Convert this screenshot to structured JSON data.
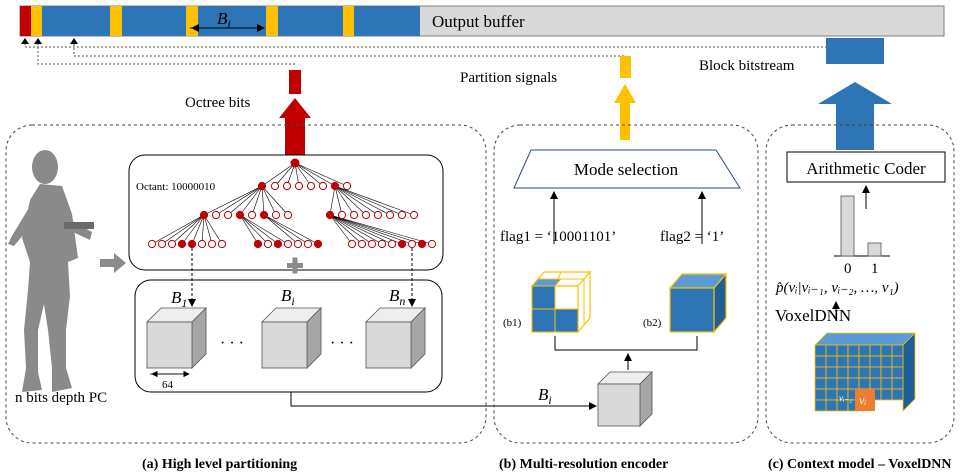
{
  "output_buffer": {
    "label": "Output buffer",
    "block_label": "B",
    "block_sub": "i"
  },
  "signals": {
    "octree_bits": "Octree bits",
    "partition_signals": "Partition signals",
    "block_bitstream": "Block bitstream"
  },
  "panel_a": {
    "caption": "(a) High level partitioning",
    "octant_label": "Octant: 10000010",
    "input_label": "n bits depth PC",
    "block_size": "64",
    "blocks": [
      {
        "main": "B",
        "sub": "1"
      },
      {
        "main": "B",
        "sub": "i"
      },
      {
        "main": "B",
        "sub": "n"
      }
    ],
    "ellipsis": "· · ·",
    "arrow_block": {
      "main": "B",
      "sub": "i"
    }
  },
  "panel_b": {
    "caption": "(b) Multi-resolution encoder",
    "mode_selection": "Mode selection",
    "flag1": "flag1 = ‘10001101’",
    "flag2": "flag2 = ‘1’",
    "b1": "(b1)",
    "b2": "(b2)"
  },
  "panel_c": {
    "caption": "(c) Context model – VoxelDNN",
    "arithmetic_coder": "Arithmetic Coder",
    "bar_labels": [
      "0",
      "1"
    ],
    "probability": "p̂(vᵢ|vᵢ₋₁, vᵢ₋₂, …, v₁)",
    "voxeldnn": "VoxelDNN",
    "v_prev": "vᵢ₋₁",
    "v_cur": "vᵢ"
  },
  "colors": {
    "blue": "#2e75b6",
    "yellow": "#ffc000",
    "red": "#c00000",
    "gray": "#d9d9d9"
  }
}
